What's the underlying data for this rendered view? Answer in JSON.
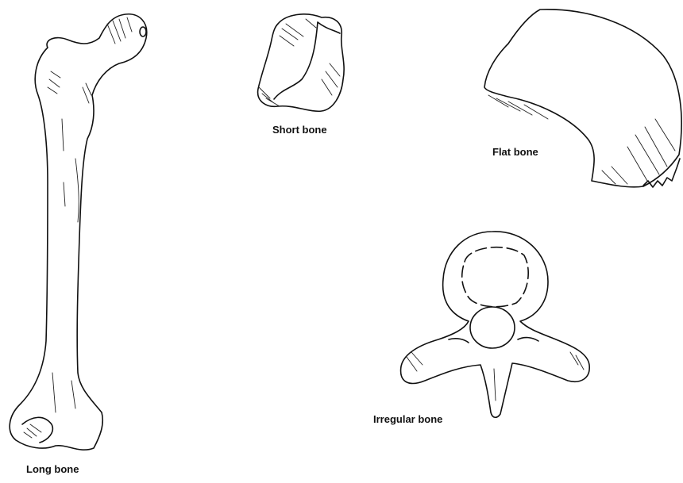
{
  "figure": {
    "bones": [
      {
        "id": "long",
        "label": "Long bone"
      },
      {
        "id": "short",
        "label": "Short bone"
      },
      {
        "id": "flat",
        "label": "Flat bone"
      },
      {
        "id": "irregular",
        "label": "Irregular bone"
      }
    ]
  }
}
